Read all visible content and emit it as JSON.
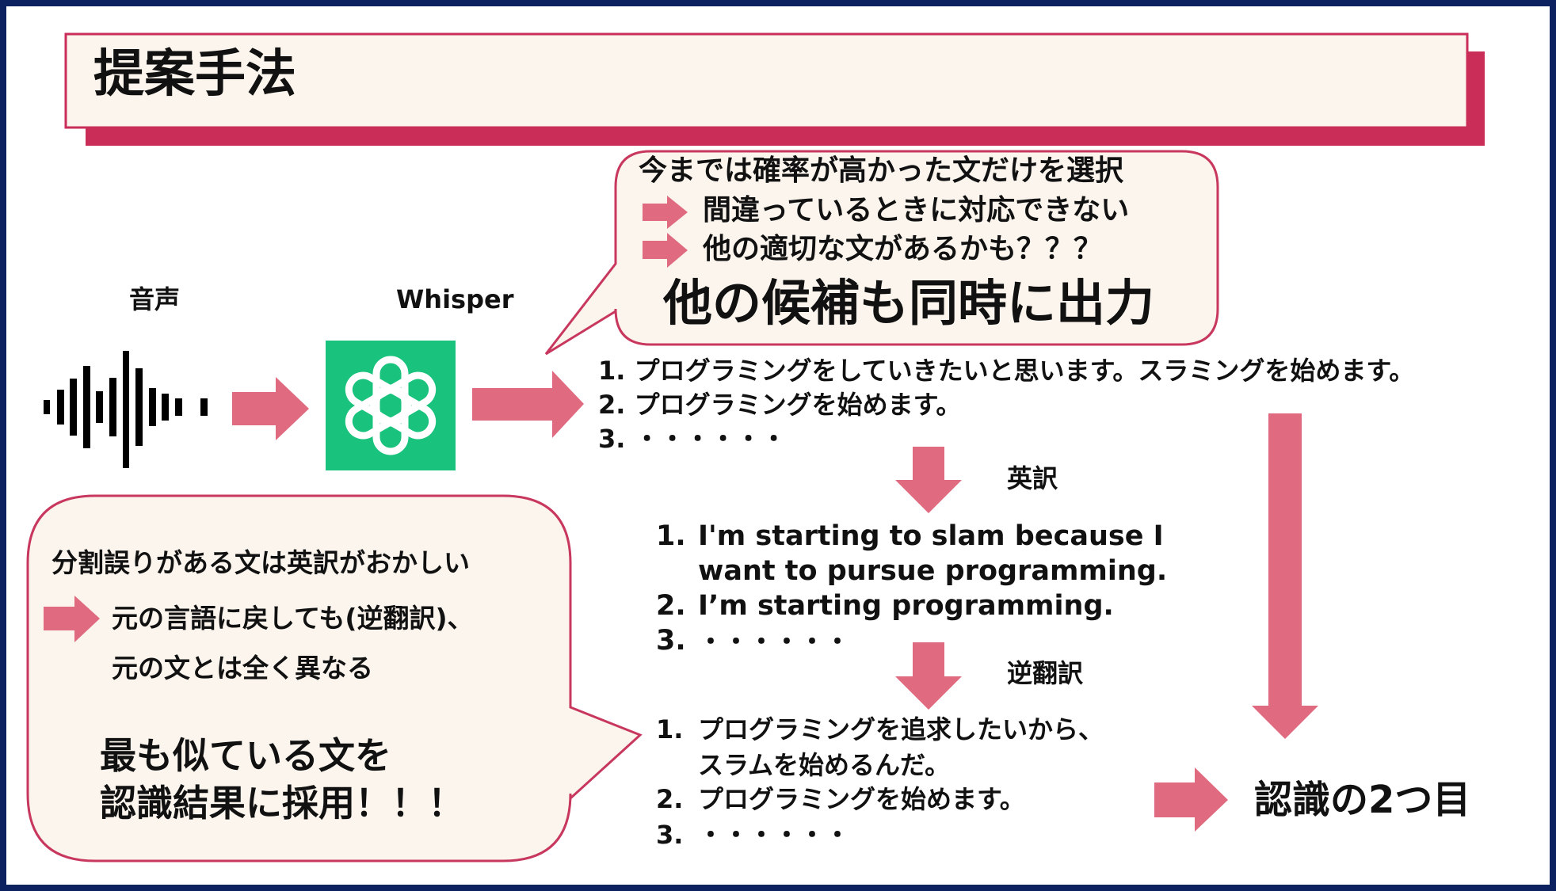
{
  "title": "提案手法",
  "input": {
    "audio_label": "音声",
    "model_label": "Whisper"
  },
  "top_bubble": {
    "line1": "今までは確率が高かった文だけを選択",
    "line2": "間違っているときに対応できない",
    "line3": "他の適切な文があるかも？？？",
    "headline": "他の候補も同時に出力"
  },
  "candidates": [
    {
      "num": "1.",
      "text": "プログラミングをしていきたいと思います。スラミングを始めます。"
    },
    {
      "num": "2.",
      "text": "プログラミングを始めます。"
    },
    {
      "num": "3.",
      "text": "・・・・・・"
    }
  ],
  "step_translate": "英訳",
  "translations": [
    {
      "num": "1.",
      "text": "I'm starting to slam because I",
      "text2": "want to pursue programming."
    },
    {
      "num": "2.",
      "text": "I’m starting programming."
    },
    {
      "num": "3.",
      "text": "・・・・・・"
    }
  ],
  "step_back_translate": "逆翻訳",
  "back_translations": [
    {
      "num": "1.",
      "text": "プログラミングを追求したいから、",
      "text2": "スラムを始めるんだ。"
    },
    {
      "num": "2.",
      "text": "プログラミングを始めます。"
    },
    {
      "num": "3.",
      "text": "・・・・・・"
    }
  ],
  "result": "認識の2つ目",
  "bottom_bubble": {
    "line1": "分割誤りがある文は英訳がおかしい",
    "line2": "元の言語に戻しても(逆翻訳)、",
    "line3": "元の文とは全く異なる",
    "conclusion1": "最も似ている文を",
    "conclusion2": "認識結果に採用！！！"
  },
  "colors": {
    "frame": "#0b2160",
    "accent": "#c92d58",
    "arrow": "#e06b80",
    "bubble_fill": "#fbf5ee",
    "logo": "#19c37d"
  }
}
